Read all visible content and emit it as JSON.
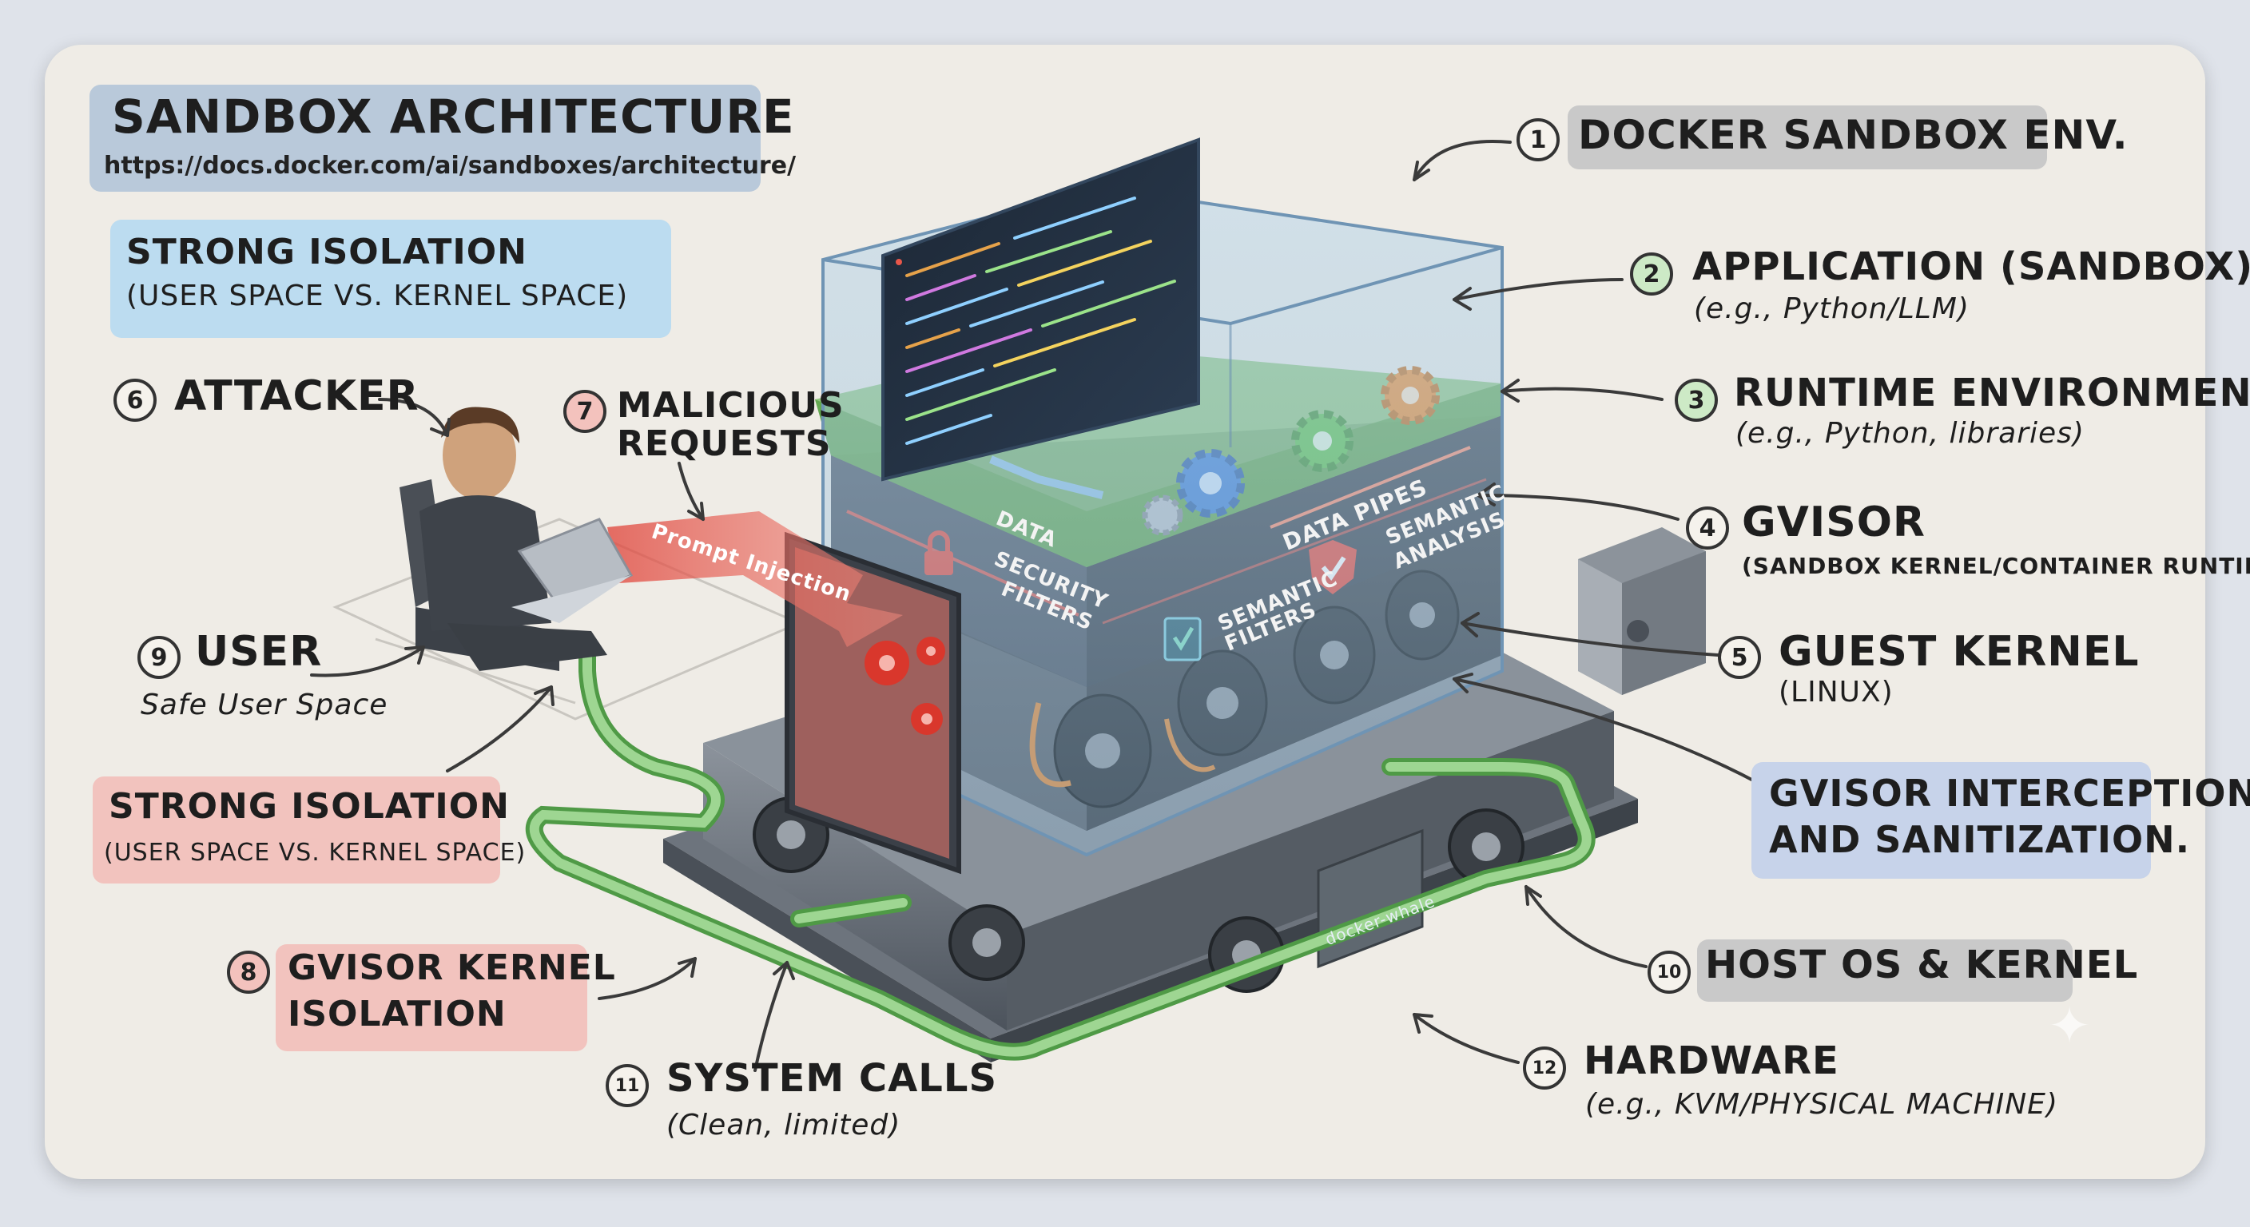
{
  "header": {
    "title": "SANDBOX ARCHITECTURE",
    "url": "https://docs.docker.com/ai/sandboxes/architecture/"
  },
  "isolation_top": {
    "title": "STRONG ISOLATION",
    "subtitle": "(USER SPACE VS. KERNEL SPACE)"
  },
  "isolation_bottom": {
    "title": "STRONG ISOLATION",
    "subtitle": "(USER SPACE VS. KERNEL SPACE)"
  },
  "labels": {
    "docker": {
      "num": "1",
      "title": "DOCKER SANDBOX ENV."
    },
    "application": {
      "num": "2",
      "title": "APPLICATION (SANDBOX)",
      "subtitle": "(e.g., Python/LLM)"
    },
    "runtime": {
      "num": "3",
      "title": "RUNTIME ENVIRONMENT",
      "subtitle": "(e.g., Python, libraries)"
    },
    "gvisor": {
      "num": "4",
      "title": "GVISOR",
      "subtitle": "(SANDBOX KERNEL/CONTAINER RUNTIME)"
    },
    "guest_kernel": {
      "num": "5",
      "title": "GUEST KERNEL",
      "subtitle": "(LINUX)"
    },
    "attacker": {
      "num": "6",
      "title": "ATTACKER"
    },
    "malicious": {
      "num": "7",
      "line1": "MALICIOUS",
      "line2": "REQUESTS"
    },
    "gvisor_kernel": {
      "num": "8",
      "line1": "GVISOR KERNEL",
      "line2": "ISOLATION"
    },
    "user": {
      "num": "9",
      "title": "USER",
      "subtitle": "Safe User Space"
    },
    "host": {
      "num": "10",
      "title": "HOST OS & KERNEL"
    },
    "syscalls": {
      "num": "11",
      "title": "SYSTEM CALLS",
      "subtitle": "(Clean, limited)"
    },
    "hardware": {
      "num": "12",
      "title": "HARDWARE",
      "subtitle": "(e.g., KVM/PHYSICAL MACHINE)"
    },
    "interception": {
      "line1": "GVISOR INTERCEPTION",
      "line2": "AND SANITIZATION."
    }
  },
  "diagram_text": {
    "data": "DATA",
    "data_pipes": "DATA PIPES",
    "semantic_analysis_1": "SEMANTIC",
    "semantic_analysis_2": "ANALYSIS",
    "security_filters_1": "SECURITY",
    "security_filters_2": "FILTERS",
    "semantic_filters_1": "SEMANTIC",
    "semantic_filters_2": "FILTERS",
    "prompt_injection": "Prompt Injection",
    "docker_whale": "docker-whale"
  },
  "colors": {
    "blue_box": "#bcdcf0",
    "red_box": "#f2c3be",
    "green_layer": "#7fbf6a",
    "gray_box": "#c9c9c9",
    "lilac_box": "#c7d3ea"
  }
}
